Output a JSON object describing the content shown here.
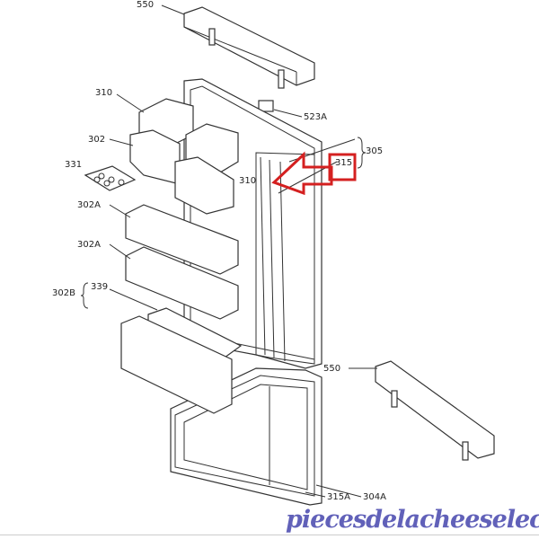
{
  "labels": {
    "l550_top": "550",
    "l523a": "523A",
    "l310_a": "310",
    "l310_b": "310",
    "l302": "302",
    "l331": "331",
    "l305": "305",
    "l315": "315",
    "l302a_1": "302A",
    "l302a_2": "302A",
    "l302b": "302B",
    "l339": "339",
    "l550_bottom": "550",
    "l304a": "304A",
    "l315a": "315A"
  },
  "highlight_color": "#d42020",
  "watermark": "piecesdelacheeselec.com"
}
